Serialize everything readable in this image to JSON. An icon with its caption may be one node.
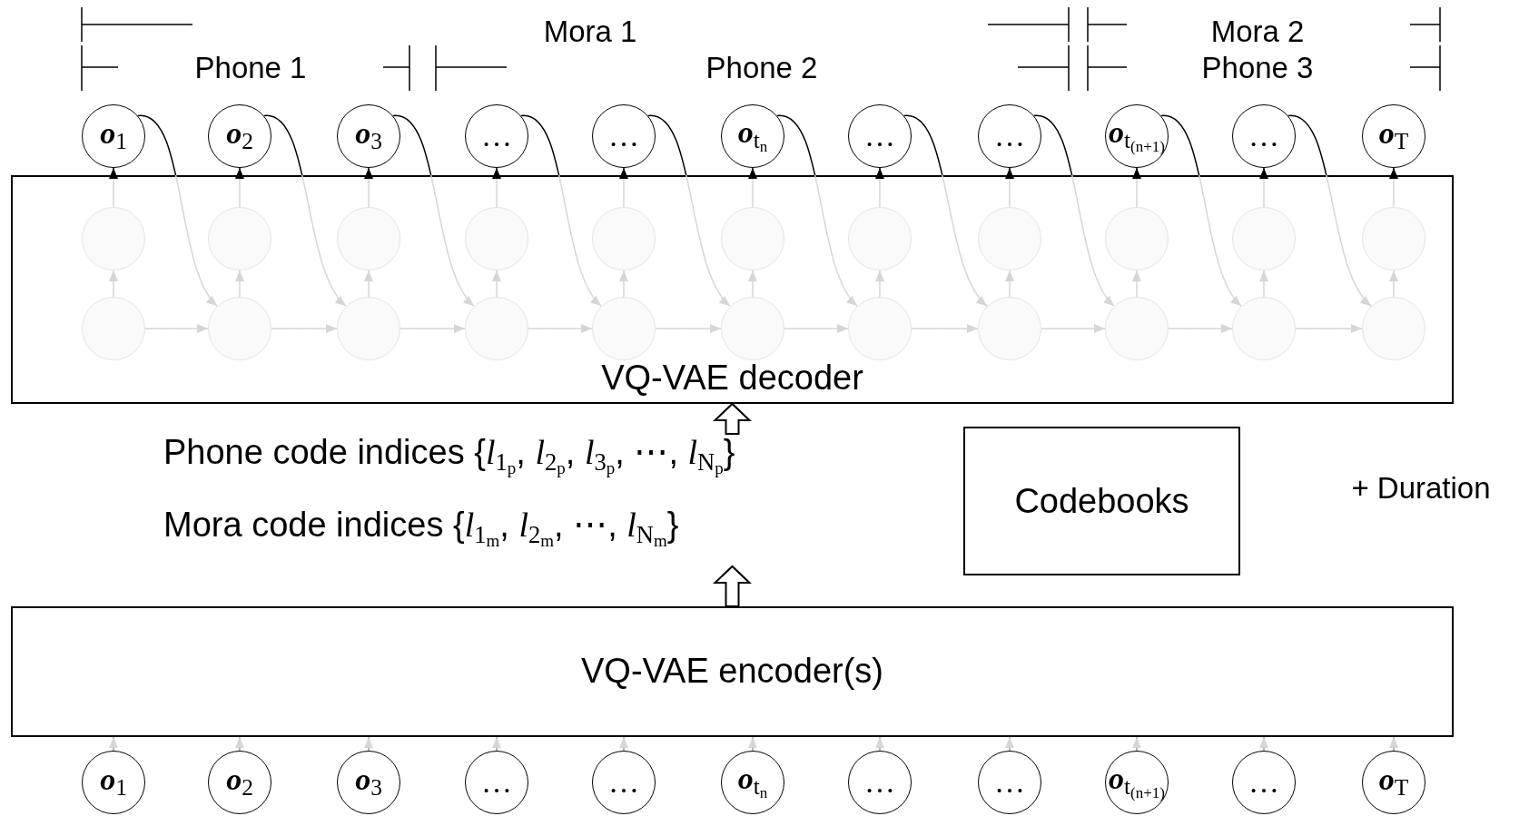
{
  "diagram": {
    "nodes": [
      {
        "text": [
          "**o**$_{1}$"
        ]
      },
      {
        "text": [
          "**o**$_{2}$"
        ]
      },
      {
        "text": [
          "**o**$_{3}$"
        ]
      },
      {
        "text": [
          "…"
        ]
      },
      {
        "text": [
          "…"
        ]
      },
      {
        "text": [
          "**o**$_{t}$$_{n}$"
        ]
      },
      {
        "text": [
          "…"
        ]
      },
      {
        "text": [
          "…"
        ]
      },
      {
        "text": [
          "**o**$_{t}$$_{(n+1)}$"
        ]
      },
      {
        "text": [
          "…"
        ]
      },
      {
        "text": [
          "**o**$_{T}$"
        ]
      },
      {
        "text": [
          "VQ-VAE decoder"
        ]
      },
      {
        "text": [],
        "shape": "circle",
        "in": 11
      },
      {
        "text": [],
        "shape": "circle",
        "in": 11
      },
      {
        "text": [],
        "shape": "circle",
        "in": 11
      },
      {
        "text": [],
        "shape": "circle",
        "in": 11
      },
      {
        "text": [],
        "shape": "circle",
        "in": 11
      },
      {
        "text": [],
        "shape": "circle",
        "in": 11
      },
      {
        "text": [],
        "shape": "circle",
        "in": 11
      },
      {
        "text": [],
        "shape": "circle",
        "in": 11
      },
      {
        "text": [],
        "shape": "circle",
        "in": 11
      },
      {
        "text": [],
        "shape": "circle",
        "in": 11
      },
      {
        "text": [],
        "shape": "circle",
        "in": 11
      },
      {
        "text": [],
        "shape": "circle",
        "in": 11
      },
      {
        "text": [],
        "shape": "circle",
        "in": 11
      },
      {
        "text": [],
        "shape": "circle",
        "in": 11
      },
      {
        "text": [],
        "shape": "circle",
        "in": 11
      },
      {
        "text": [],
        "shape": "circle",
        "in": 11
      },
      {
        "text": [],
        "shape": "circle",
        "in": 11
      },
      {
        "text": [],
        "shape": "circle",
        "in": 11
      },
      {
        "text": [],
        "shape": "circle",
        "in": 11
      },
      {
        "text": [],
        "shape": "circle",
        "in": 11
      },
      {
        "text": [],
        "shape": "circle",
        "in": 11
      },
      {
        "text": [],
        "shape": "circle",
        "in": 11
      },
      {
        "text": [
          "Phone code indices {*l*$_{1}$$_{p}$, *l*$_{2}$$_{p}$, *l*$_{3}$$_{p}$, ⋯, *l*$_{N}$$_{p}$}",
          "Mora code indices {*l*$_{1}$$_{m}$, *l*$_{2}$$_{m}$, ⋯, *l*$_{N}$$_{m}$}"
        ]
      },
      {
        "text": [
          "Codebooks"
        ]
      },
      {
        "text": [
          "VQ-VAE encoder(s)"
        ]
      },
      {
        "text": [
          "**o**$_{1}$"
        ]
      },
      {
        "text": [
          "**o**$_{2}$"
        ]
      },
      {
        "text": [
          "**o**$_{3}$"
        ]
      },
      {
        "text": [
          "…"
        ]
      },
      {
        "text": [
          "…"
        ]
      },
      {
        "text": [
          "**o**$_{t}$$_{n}$"
        ]
      },
      {
        "text": [
          "…"
        ]
      },
      {
        "text": [
          "…"
        ]
      },
      {
        "text": [
          "**o**$_{t}$$_{(n+1)}$"
        ]
      },
      {
        "text": [
          "…"
        ]
      },
      {
        "text": [
          "**o**$_{T}$"
        ]
      }
    ],
    "edges": [
      {
        "from": 23,
        "to": 12,
        "arrow": "to"
      },
      {
        "from": 24,
        "to": 13,
        "arrow": "to"
      },
      {
        "from": 25,
        "to": 14,
        "arrow": "to"
      },
      {
        "from": 26,
        "to": 15,
        "arrow": "to"
      },
      {
        "from": 27,
        "to": 16,
        "arrow": "to"
      },
      {
        "from": 28,
        "to": 17,
        "arrow": "to"
      },
      {
        "from": 29,
        "to": 18,
        "arrow": "to"
      },
      {
        "from": 30,
        "to": 19,
        "arrow": "to"
      },
      {
        "from": 31,
        "to": 20,
        "arrow": "to"
      },
      {
        "from": 32,
        "to": 21,
        "arrow": "to"
      },
      {
        "from": 33,
        "to": 22,
        "arrow": "to"
      },
      {
        "from": 23,
        "to": 24,
        "arrow": "to"
      },
      {
        "from": 24,
        "to": 25,
        "arrow": "to"
      },
      {
        "from": 25,
        "to": 26,
        "arrow": "to"
      },
      {
        "from": 26,
        "to": 27,
        "arrow": "to"
      },
      {
        "from": 27,
        "to": 28,
        "arrow": "to"
      },
      {
        "from": 28,
        "to": 29,
        "arrow": "to"
      },
      {
        "from": 29,
        "to": 30,
        "arrow": "to"
      },
      {
        "from": 30,
        "to": 31,
        "arrow": "to"
      },
      {
        "from": 31,
        "to": 32,
        "arrow": "to"
      },
      {
        "from": 32,
        "to": 33,
        "arrow": "to"
      },
      {
        "from": 12,
        "to": 0,
        "arrow": "to"
      },
      {
        "from": 13,
        "to": 1,
        "arrow": "to"
      },
      {
        "from": 14,
        "to": 2,
        "arrow": "to"
      },
      {
        "from": 15,
        "to": 3,
        "arrow": "to"
      },
      {
        "from": 16,
        "to": 4,
        "arrow": "to"
      },
      {
        "from": 17,
        "to": 5,
        "arrow": "to"
      },
      {
        "from": 18,
        "to": 6,
        "arrow": "to"
      },
      {
        "from": 19,
        "to": 7,
        "arrow": "to"
      },
      {
        "from": 20,
        "to": 8,
        "arrow": "to"
      },
      {
        "from": 21,
        "to": 9,
        "arrow": "to"
      },
      {
        "from": 22,
        "to": 10,
        "arrow": "to"
      },
      {
        "from": 0,
        "to": 24,
        "arrow": "to"
      },
      {
        "from": 1,
        "to": 25,
        "arrow": "to"
      },
      {
        "from": 2,
        "to": 26,
        "arrow": "to"
      },
      {
        "from": 3,
        "to": 27,
        "arrow": "to"
      },
      {
        "from": 4,
        "to": 28,
        "arrow": "to"
      },
      {
        "from": 5,
        "to": 29,
        "arrow": "to"
      },
      {
        "from": 6,
        "to": 30,
        "arrow": "to"
      },
      {
        "from": 7,
        "to": 31,
        "arrow": "to"
      },
      {
        "from": 8,
        "to": 32,
        "arrow": "to"
      },
      {
        "from": 9,
        "to": 33,
        "arrow": "to"
      },
      {
        "from": 37,
        "to": 36,
        "arrow": "to"
      },
      {
        "from": 38,
        "to": 36,
        "arrow": "to"
      },
      {
        "from": 39,
        "to": 36,
        "arrow": "to"
      },
      {
        "from": 40,
        "to": 36,
        "arrow": "to"
      },
      {
        "from": 41,
        "to": 36,
        "arrow": "to"
      },
      {
        "from": 42,
        "to": 36,
        "arrow": "to"
      },
      {
        "from": 43,
        "to": 36,
        "arrow": "to"
      },
      {
        "from": 44,
        "to": 36,
        "arrow": "to"
      },
      {
        "from": 45,
        "to": 36,
        "arrow": "to"
      },
      {
        "from": 46,
        "to": 36,
        "arrow": "to"
      },
      {
        "from": 47,
        "to": 36,
        "arrow": "to"
      },
      {
        "from": 36,
        "to": 34,
        "arrow": "to",
        "style": "thick",
        "color": "#000000"
      },
      {
        "from": 34,
        "to": 11,
        "arrow": "to",
        "style": "thick",
        "color": "#000000"
      }
    ],
    "labels": [
      "Mora 1",
      "Mora 2",
      "Phone 1",
      "Phone 2",
      "Phone 3",
      "+ Duration"
    ]
  }
}
